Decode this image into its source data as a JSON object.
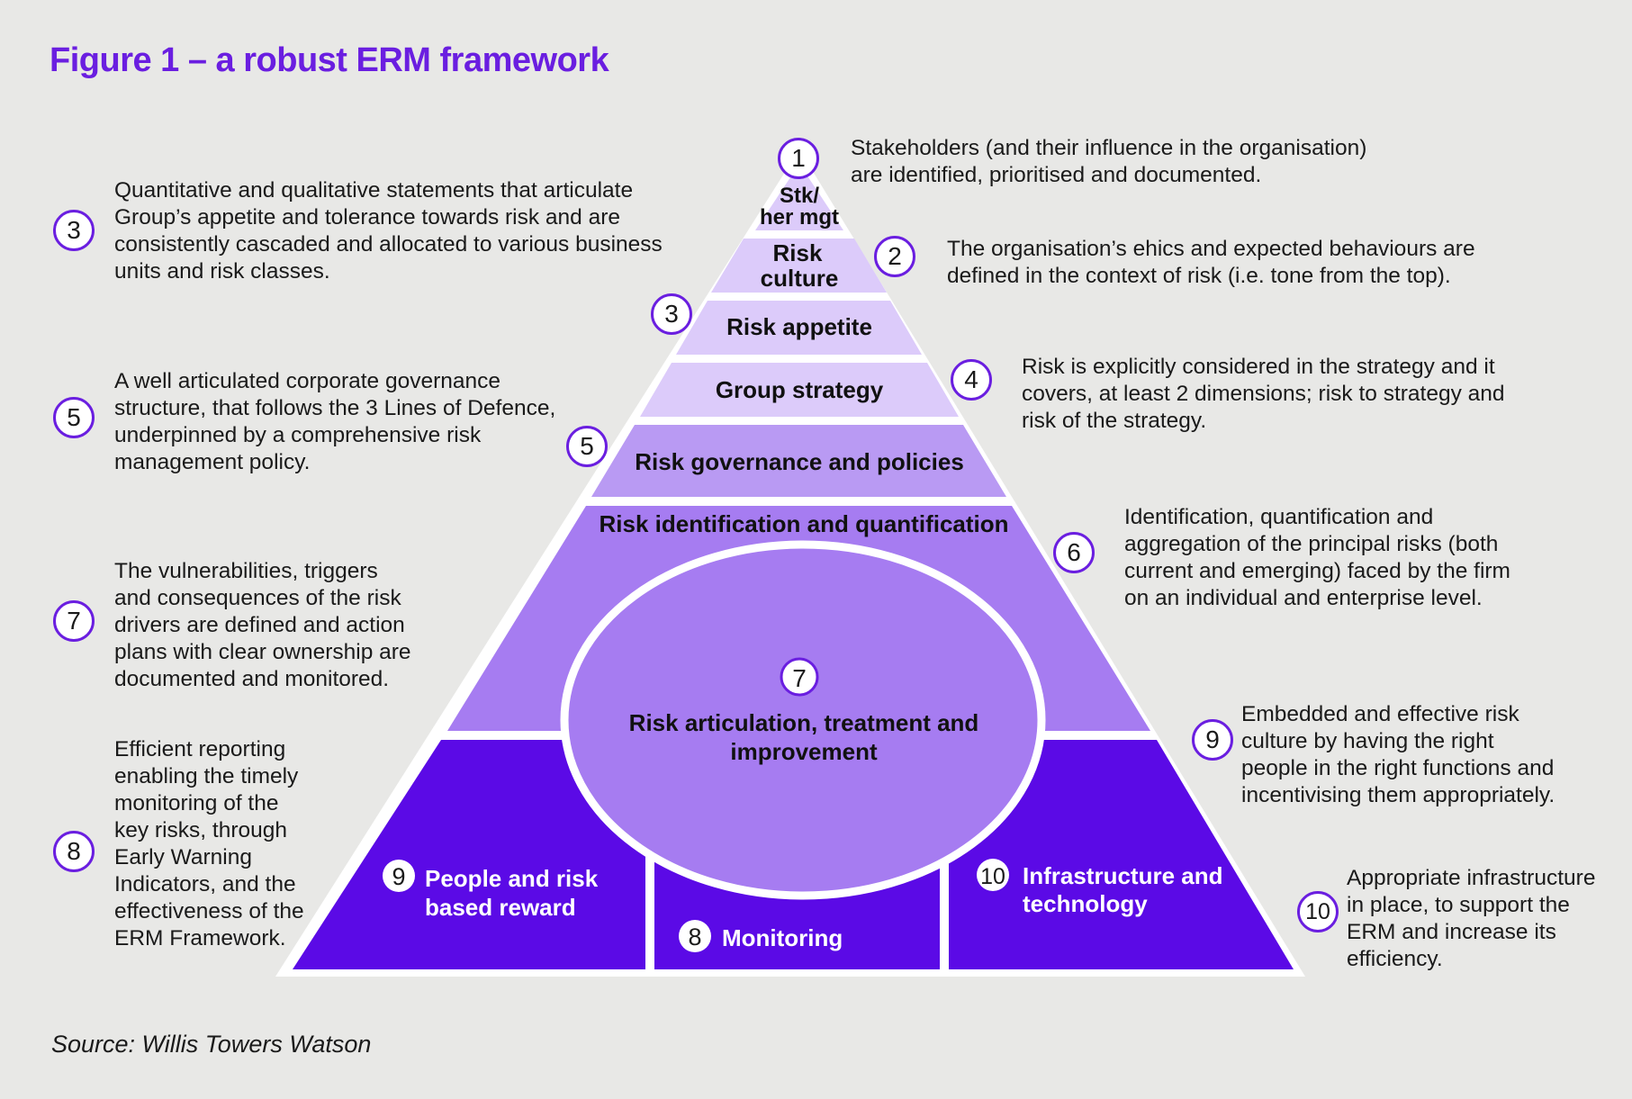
{
  "title": "Figure 1 – a robust ERM framework",
  "source": "Source: Willis Towers Watson",
  "colors": {
    "accent": "#6a1ee0",
    "tier_light": "#dccbfa",
    "tier_mid": "#b99af3",
    "tier_base": "#a67cf1",
    "tier_dark": "#5b0ae6"
  },
  "pyramid": {
    "level1": {
      "number": "1",
      "line1": "Stk/",
      "line2": "her mgt"
    },
    "level2": {
      "number": "2",
      "line1": "Risk",
      "line2": "culture"
    },
    "level3": {
      "number": "3",
      "label": "Risk appetite"
    },
    "level4": {
      "number": "4",
      "label": "Group strategy"
    },
    "level5": {
      "number": "5",
      "label": "Risk governance and policies"
    },
    "level6": {
      "number": "6",
      "label": "Risk identification and quantification"
    },
    "level7": {
      "number": "7",
      "line1": "Risk articulation, treatment and",
      "line2": "improvement"
    },
    "level8": {
      "number": "8",
      "label": "Monitoring"
    },
    "level9": {
      "number": "9",
      "line1": "People and risk",
      "line2": "based reward"
    },
    "level10": {
      "number": "10",
      "line1": "Infrastructure and",
      "line2": "technology"
    }
  },
  "descriptions": {
    "d1": {
      "number": "1",
      "lines": [
        "Stakeholders (and their influence in the organisation)",
        "are identified, prioritised and documented."
      ]
    },
    "d2": {
      "number": "2",
      "lines": [
        "The organisation’s ehics and expected behaviours are",
        "defined in the context of risk (i.e. tone from the top)."
      ]
    },
    "d3": {
      "number": "3",
      "lines": [
        "Quantitative and qualitative statements that articulate",
        "Group’s appetite and tolerance towards risk and are",
        "consistently cascaded and allocated to various business",
        "units and risk classes."
      ]
    },
    "d4": {
      "number": "4",
      "lines": [
        "Risk is explicitly considered in the strategy and it",
        "covers, at least 2 dimensions; risk to strategy and",
        "risk of the strategy."
      ]
    },
    "d5": {
      "number": "5",
      "lines": [
        "A well articulated corporate governance",
        "structure, that follows the 3 Lines of Defence,",
        "underpinned by a comprehensive risk",
        "management policy."
      ]
    },
    "d6": {
      "number": "6",
      "lines": [
        "Identification, quantification and",
        "aggregation of the principal risks (both",
        "current and emerging) faced by the firm",
        "on an individual and enterprise level."
      ]
    },
    "d7": {
      "number": "7",
      "lines": [
        "The vulnerabilities, triggers",
        "and consequences of the risk",
        "drivers are defined and action",
        "plans with clear ownership are",
        "documented and monitored."
      ]
    },
    "d8": {
      "number": "8",
      "lines": [
        "Efficient reporting",
        "enabling the timely",
        "monitoring of the",
        "key risks, through",
        "Early Warning",
        "Indicators, and the",
        "effectiveness of the",
        "ERM Framework."
      ]
    },
    "d9": {
      "number": "9",
      "lines": [
        "Embedded and effective risk",
        "culture by having the right",
        "people in the right functions and",
        "incentivising them appropriately."
      ]
    },
    "d10": {
      "number": "10",
      "lines": [
        "Appropriate infrastructure",
        "in place, to support the",
        "ERM and increase its",
        "efficiency."
      ]
    }
  }
}
